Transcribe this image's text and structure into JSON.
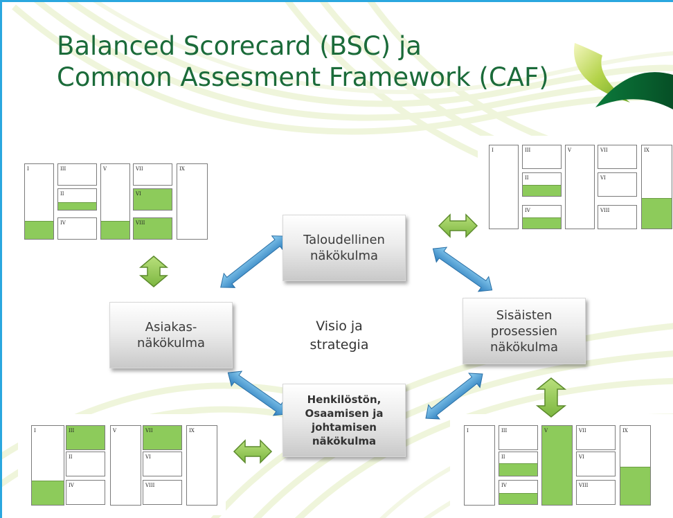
{
  "slide": {
    "title_line1": "Balanced Scorecard (BSC) ja",
    "title_line2": "Common Assesment Framework (CAF)"
  },
  "center": {
    "line1": "Visio ja",
    "line2": "strategia"
  },
  "perspectives": {
    "financial": {
      "line1": "Taloudellinen",
      "line2": "näkökulma"
    },
    "customer": {
      "line1": "Asiakas-",
      "line2": "näkökulma"
    },
    "internal": {
      "line1": "Sisäisten",
      "line2": "prosessien",
      "line3": "näkökulma"
    },
    "people": {
      "line1": "Henkilöstön,",
      "line2": "Osaamisen ja",
      "line3": "johtamisen",
      "line4": "näkökulma"
    }
  },
  "caf_grids": [
    {
      "position": "top-left",
      "cells": [
        {
          "label": "I",
          "fill": 0.23
        },
        {
          "label": "III",
          "fill": 0
        },
        {
          "label": "II",
          "fill": 0.35
        },
        {
          "label": "IV",
          "fill": 0
        },
        {
          "label": "V",
          "fill": 0.23
        },
        {
          "label": "VII",
          "fill": 0
        },
        {
          "label": "VI",
          "fill": 1
        },
        {
          "label": "VIII",
          "fill": 1
        },
        {
          "label": "IX",
          "fill": 0
        }
      ]
    },
    {
      "position": "top-right",
      "cells": [
        {
          "label": "I",
          "fill": 0
        },
        {
          "label": "III",
          "fill": 0
        },
        {
          "label": "II",
          "fill": 0.45
        },
        {
          "label": "IV",
          "fill": 0.45
        },
        {
          "label": "V",
          "fill": 0
        },
        {
          "label": "VII",
          "fill": 0
        },
        {
          "label": "VI",
          "fill": 0
        },
        {
          "label": "VIII",
          "fill": 0
        },
        {
          "label": "IX",
          "fill": 0.36
        }
      ]
    },
    {
      "position": "bottom-left",
      "cells": [
        {
          "label": "I",
          "fill": 0.3
        },
        {
          "label": "III",
          "fill": 1
        },
        {
          "label": "II",
          "fill": 0
        },
        {
          "label": "IV",
          "fill": 0
        },
        {
          "label": "V",
          "fill": 0
        },
        {
          "label": "VII",
          "fill": 1
        },
        {
          "label": "VI",
          "fill": 0
        },
        {
          "label": "VIII",
          "fill": 0
        },
        {
          "label": "IX",
          "fill": 0
        }
      ]
    },
    {
      "position": "bottom-right",
      "cells": [
        {
          "label": "I",
          "fill": 0
        },
        {
          "label": "III",
          "fill": 0
        },
        {
          "label": "II",
          "fill": 0.5
        },
        {
          "label": "IV",
          "fill": 0.45
        },
        {
          "label": "V",
          "fill": 1
        },
        {
          "label": "VII",
          "fill": 0
        },
        {
          "label": "VI",
          "fill": 0
        },
        {
          "label": "VIII",
          "fill": 0
        },
        {
          "label": "IX",
          "fill": 0.47
        }
      ]
    }
  ],
  "colors": {
    "title": "#1b6b3a",
    "fill": "#8dcb5b",
    "frame": "#2aa7df",
    "blue_arrow": "#3a8fc9",
    "green_arrow": "#8dcb5b"
  }
}
